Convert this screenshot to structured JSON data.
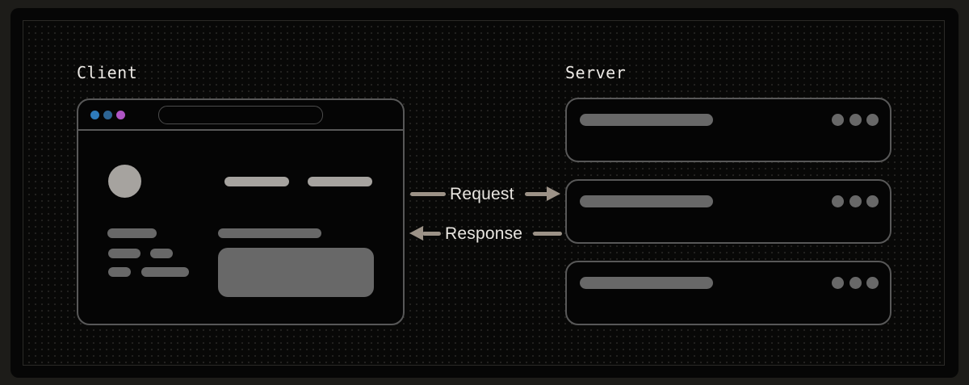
{
  "client": {
    "label": "Client",
    "browser": {
      "window_dot_colors": [
        "#2e7bbb",
        "#2d6493",
        "#b055c5"
      ]
    }
  },
  "server": {
    "label": "Server",
    "box_count": 3
  },
  "flow": {
    "request_label": "Request",
    "response_label": "Response"
  },
  "colors": {
    "outer_bg": "#1d1c19",
    "panel_bg": "#060606",
    "content_border": "#2b2a27",
    "grid_dot": "#232220",
    "stroke": "#585858",
    "urlbar_border": "#4c4c4c",
    "placeholder_light": "#a6a39f",
    "placeholder_dark": "#686868",
    "arrow": "#9c9287",
    "label_text": "#edeae6"
  }
}
